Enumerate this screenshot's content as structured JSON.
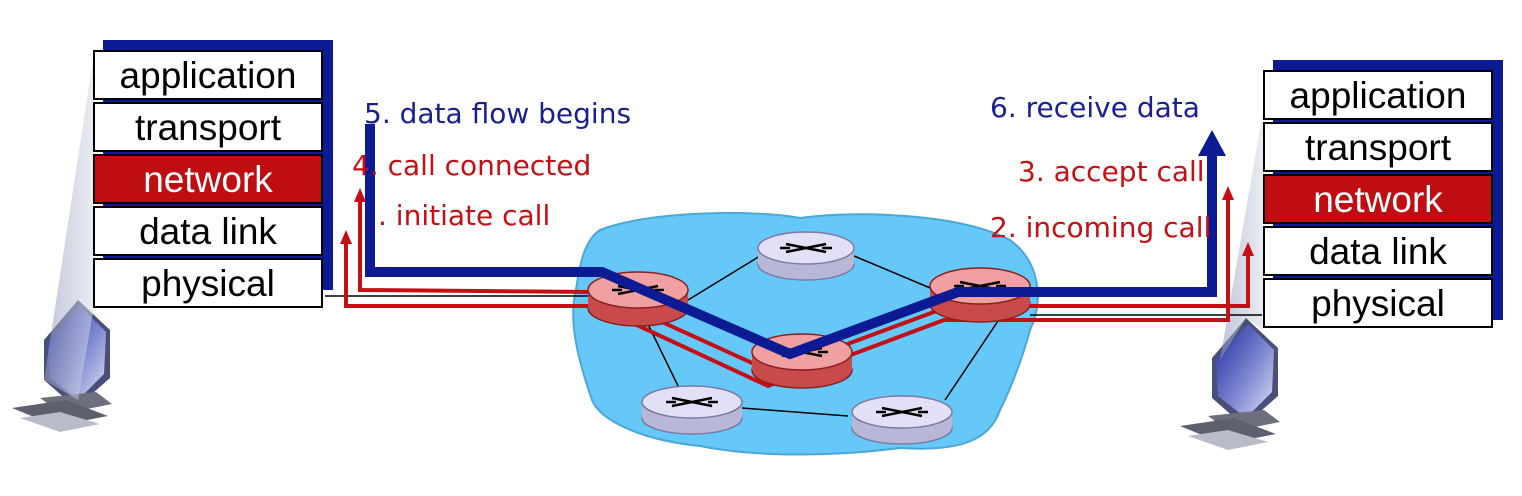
{
  "left_stack": {
    "layers": [
      "application",
      "transport",
      "network",
      "data link",
      "physical"
    ],
    "highlighted": "network"
  },
  "right_stack": {
    "layers": [
      "application",
      "transport",
      "network",
      "data link",
      "physical"
    ],
    "highlighted": "network"
  },
  "steps": {
    "s1": ". initiate call",
    "s2": "2. incoming call",
    "s3": "3. accept call",
    "s4": "4. call connected",
    "s5": "5. data flow begins",
    "s6": "6. receive data"
  },
  "colors": {
    "control_path": "#c40f14",
    "data_path": "#0c1a93",
    "network_cloud": "#66c8f8",
    "active_router": "#e87070",
    "idle_router": "#e2e0f6",
    "highlight_layer": "#c00d12"
  },
  "icons": [
    "host-computer-icon",
    "router-icon",
    "network-cloud-icon"
  ]
}
